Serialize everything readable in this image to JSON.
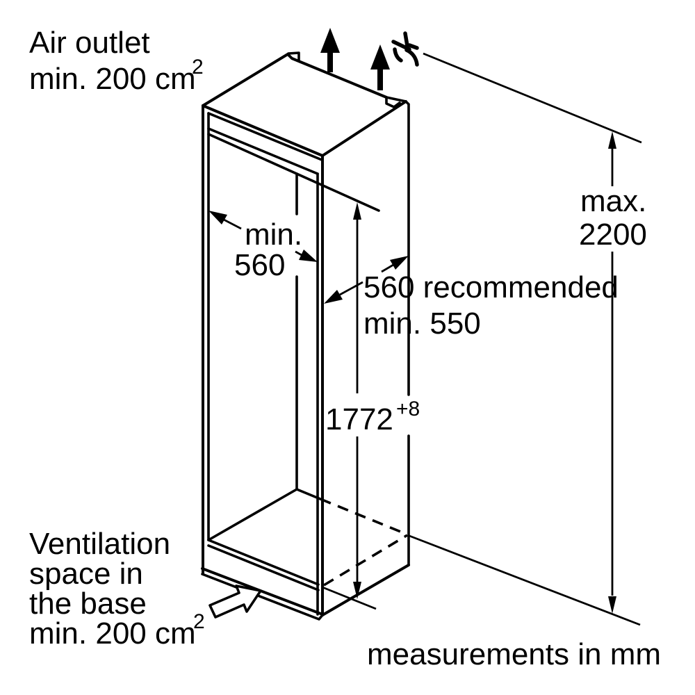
{
  "diagram": {
    "title_implied": "Built-in appliance niche installation diagram",
    "colors": {
      "line": "#000000",
      "background": "#ffffff"
    },
    "labels": {
      "air_outlet_line1": "Air outlet",
      "air_outlet_line2": "min. 200 cm",
      "air_outlet_sup": "2",
      "niche_width_label": "min.",
      "niche_width_value": "560",
      "depth_line1": "560 recommended",
      "depth_line2": "min. 550",
      "niche_height_value": "1772",
      "niche_height_tolerance": "+8",
      "max_height_line1": "max.",
      "max_height_line2": "2200",
      "vent_line1": "Ventilation",
      "vent_line2": "space in",
      "vent_line3": "the base",
      "vent_line4": "min. 200 cm",
      "vent_sup": "2",
      "footer_note": "measurements in mm"
    },
    "icons": {
      "air_flow_up_arrows": "two solid black arrows pointing up from cabinet top",
      "air_curl": "curled airflow glyph at top right",
      "base_airflow_arrow": "hollow block arrow pointing into ventilation space in base"
    }
  }
}
